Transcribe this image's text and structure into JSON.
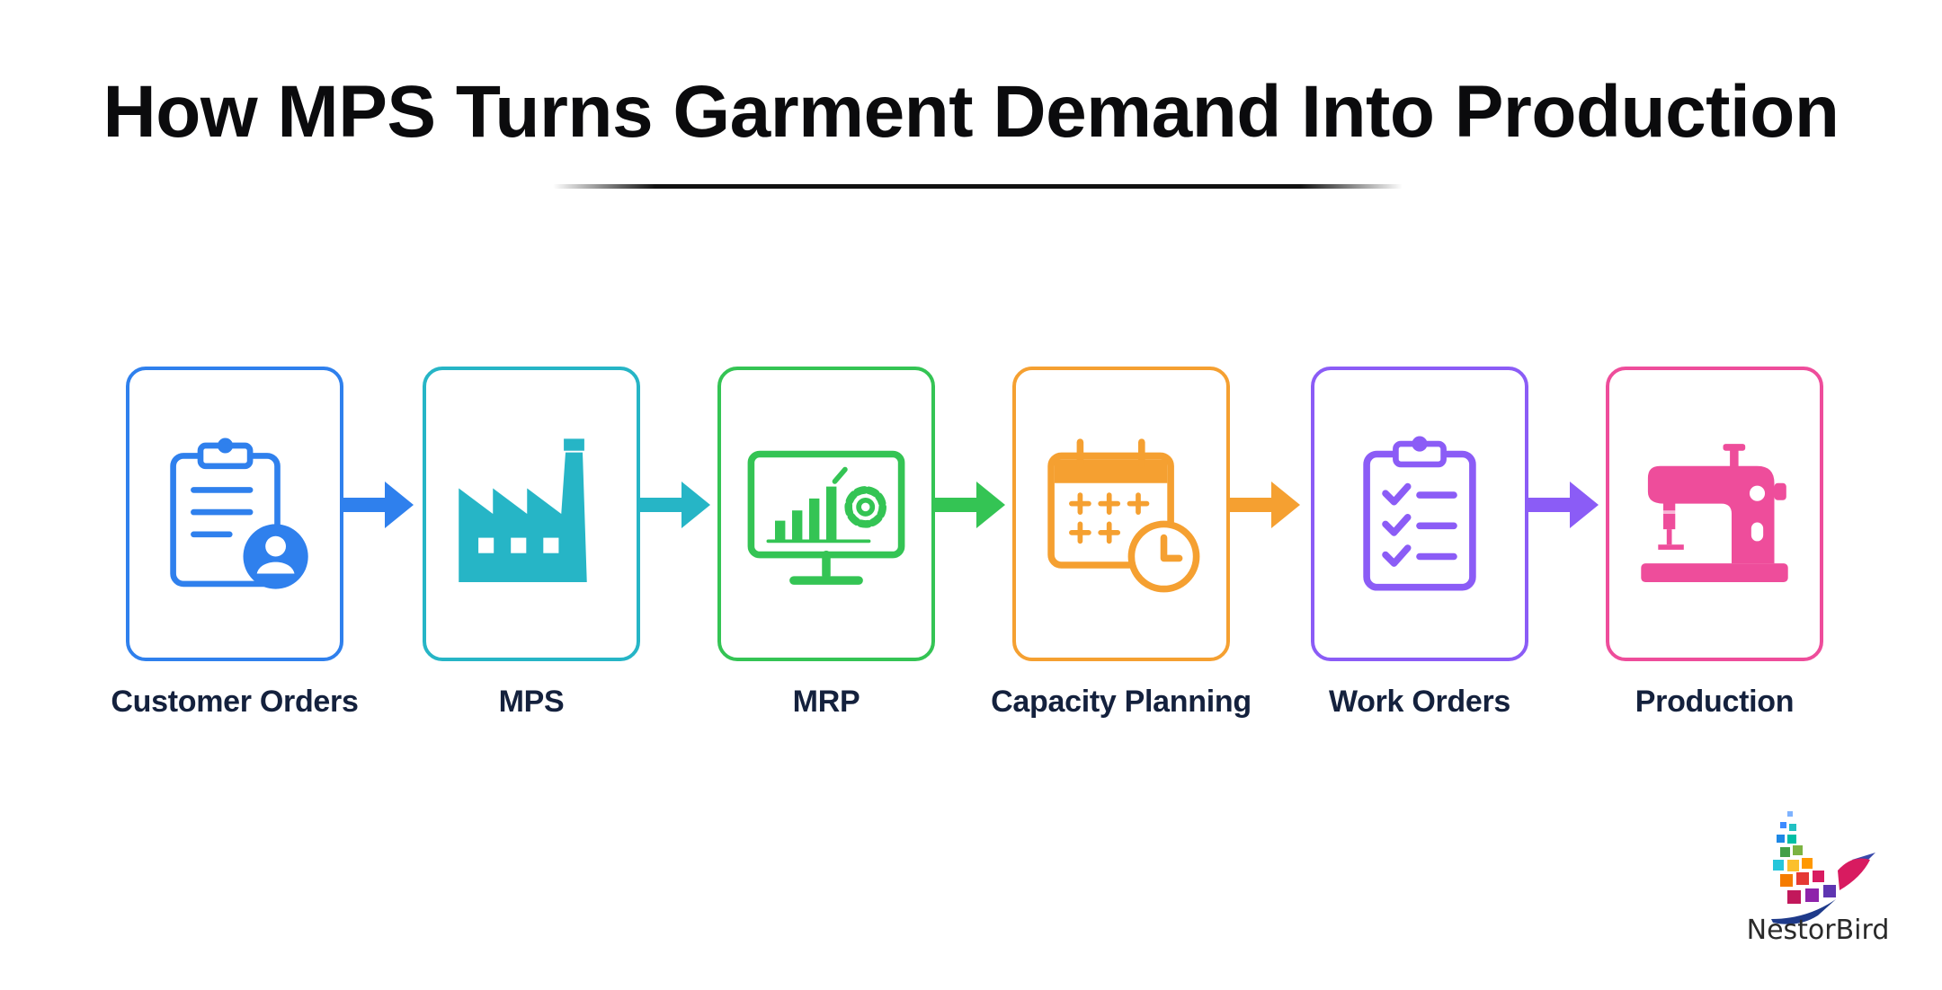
{
  "title": "How MPS Turns Garment Demand Into Production",
  "steps": [
    {
      "label": "Customer Orders",
      "icon": "clipboard-user-icon",
      "color": "#2F80ED"
    },
    {
      "label": "MPS",
      "icon": "factory-icon",
      "color": "#26B5C6"
    },
    {
      "label": "MRP",
      "icon": "monitor-chart-gear-icon",
      "color": "#34C454"
    },
    {
      "label": "Capacity Planning",
      "icon": "calendar-clock-icon",
      "color": "#F5A031"
    },
    {
      "label": "Work Orders",
      "icon": "checklist-clipboard-icon",
      "color": "#8B5CF6"
    },
    {
      "label": "Production",
      "icon": "sewing-machine-icon",
      "color": "#EE4D9B"
    }
  ],
  "brand": {
    "name": "NestorBird",
    "icon": "nestorbird-logo"
  }
}
